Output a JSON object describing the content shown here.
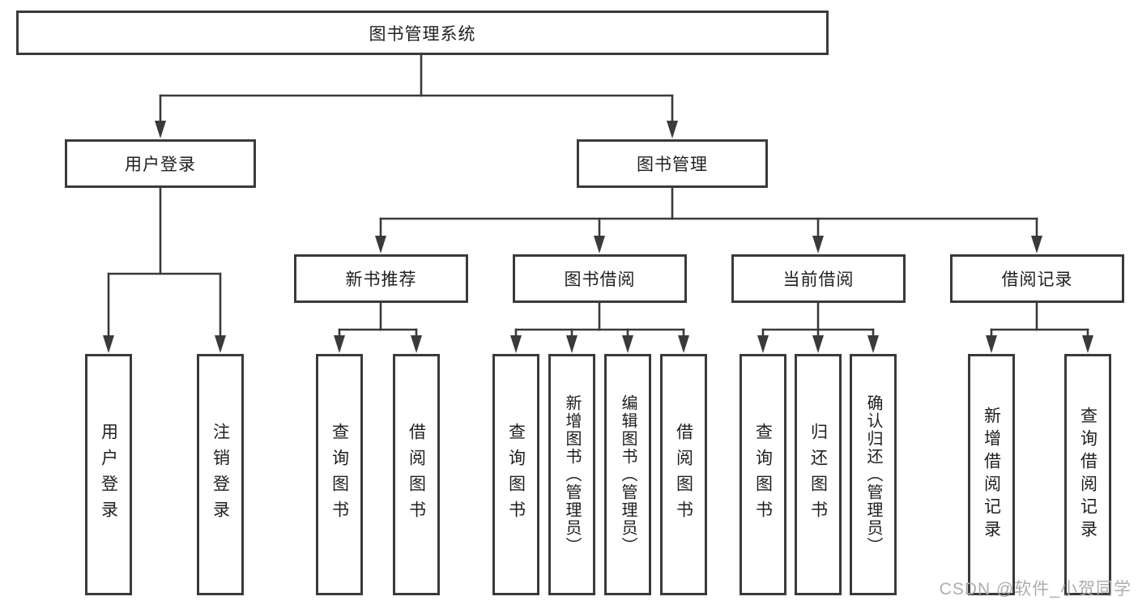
{
  "diagram": {
    "root": {
      "label": "图书管理系统"
    },
    "branches": {
      "login": {
        "label": "用户登录",
        "children": [
          {
            "label": "用户登录"
          },
          {
            "label": "注销登录"
          }
        ]
      },
      "management": {
        "label": "图书管理",
        "sections": [
          {
            "label": "新书推荐",
            "children": [
              {
                "label": "查询图书"
              },
              {
                "label": "借阅图书"
              }
            ]
          },
          {
            "label": "图书借阅",
            "children": [
              {
                "label": "查询图书"
              },
              {
                "label": "新增图书（管理员）"
              },
              {
                "label": "编辑图书（管理员）"
              },
              {
                "label": "借阅图书"
              }
            ]
          },
          {
            "label": "当前借阅",
            "children": [
              {
                "label": "查询图书"
              },
              {
                "label": "归还图书"
              },
              {
                "label": "确认归还（管理员）"
              }
            ]
          },
          {
            "label": "借阅记录",
            "children": [
              {
                "label": "新增借阅记录"
              },
              {
                "label": "查询借阅记录"
              }
            ]
          }
        ]
      }
    },
    "watermark": "CSDN @软件_小贺同学",
    "colors": {
      "line": "#3a3a3a",
      "box_border": "#3a3a3a",
      "box_fill": "#ffffff",
      "text": "#1f1f1f",
      "watermark": "#adadad",
      "background": "#ffffff"
    }
  }
}
